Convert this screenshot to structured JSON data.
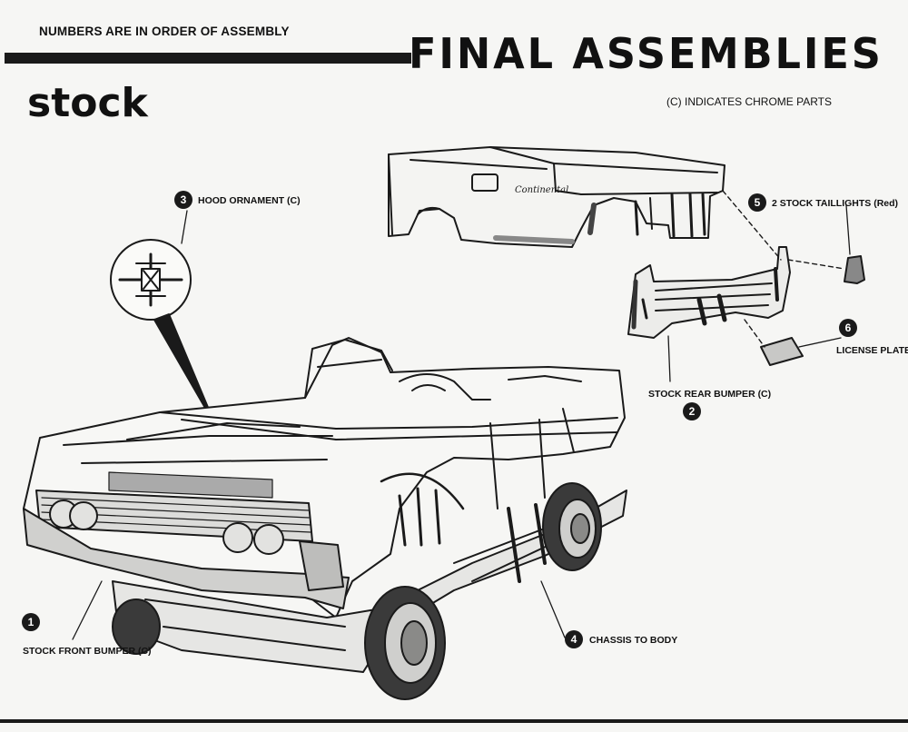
{
  "header": {
    "order_note": "NUMBERS ARE IN ORDER OF ASSEMBLY",
    "title": "FINAL ASSEMBLIES",
    "variant": "stock",
    "chrome_note": "(C) INDICATES CHROME PARTS"
  },
  "steps": [
    {
      "number": "1",
      "label": "STOCK FRONT BUMPER (C)"
    },
    {
      "number": "2",
      "label": "STOCK REAR BUMPER (C)"
    },
    {
      "number": "3",
      "label": "HOOD ORNAMENT (C)"
    },
    {
      "number": "4",
      "label": "CHASSIS TO BODY"
    },
    {
      "number": "5",
      "label": "2 STOCK TAILLIGHTS (Red)"
    },
    {
      "number": "6",
      "label": "LICENSE PLATE"
    }
  ],
  "decals": {
    "trunk_script": "Continental"
  },
  "colors": {
    "ink": "#1a1a1a",
    "paper": "#f6f6f4",
    "shade": "#9a9a9a"
  }
}
